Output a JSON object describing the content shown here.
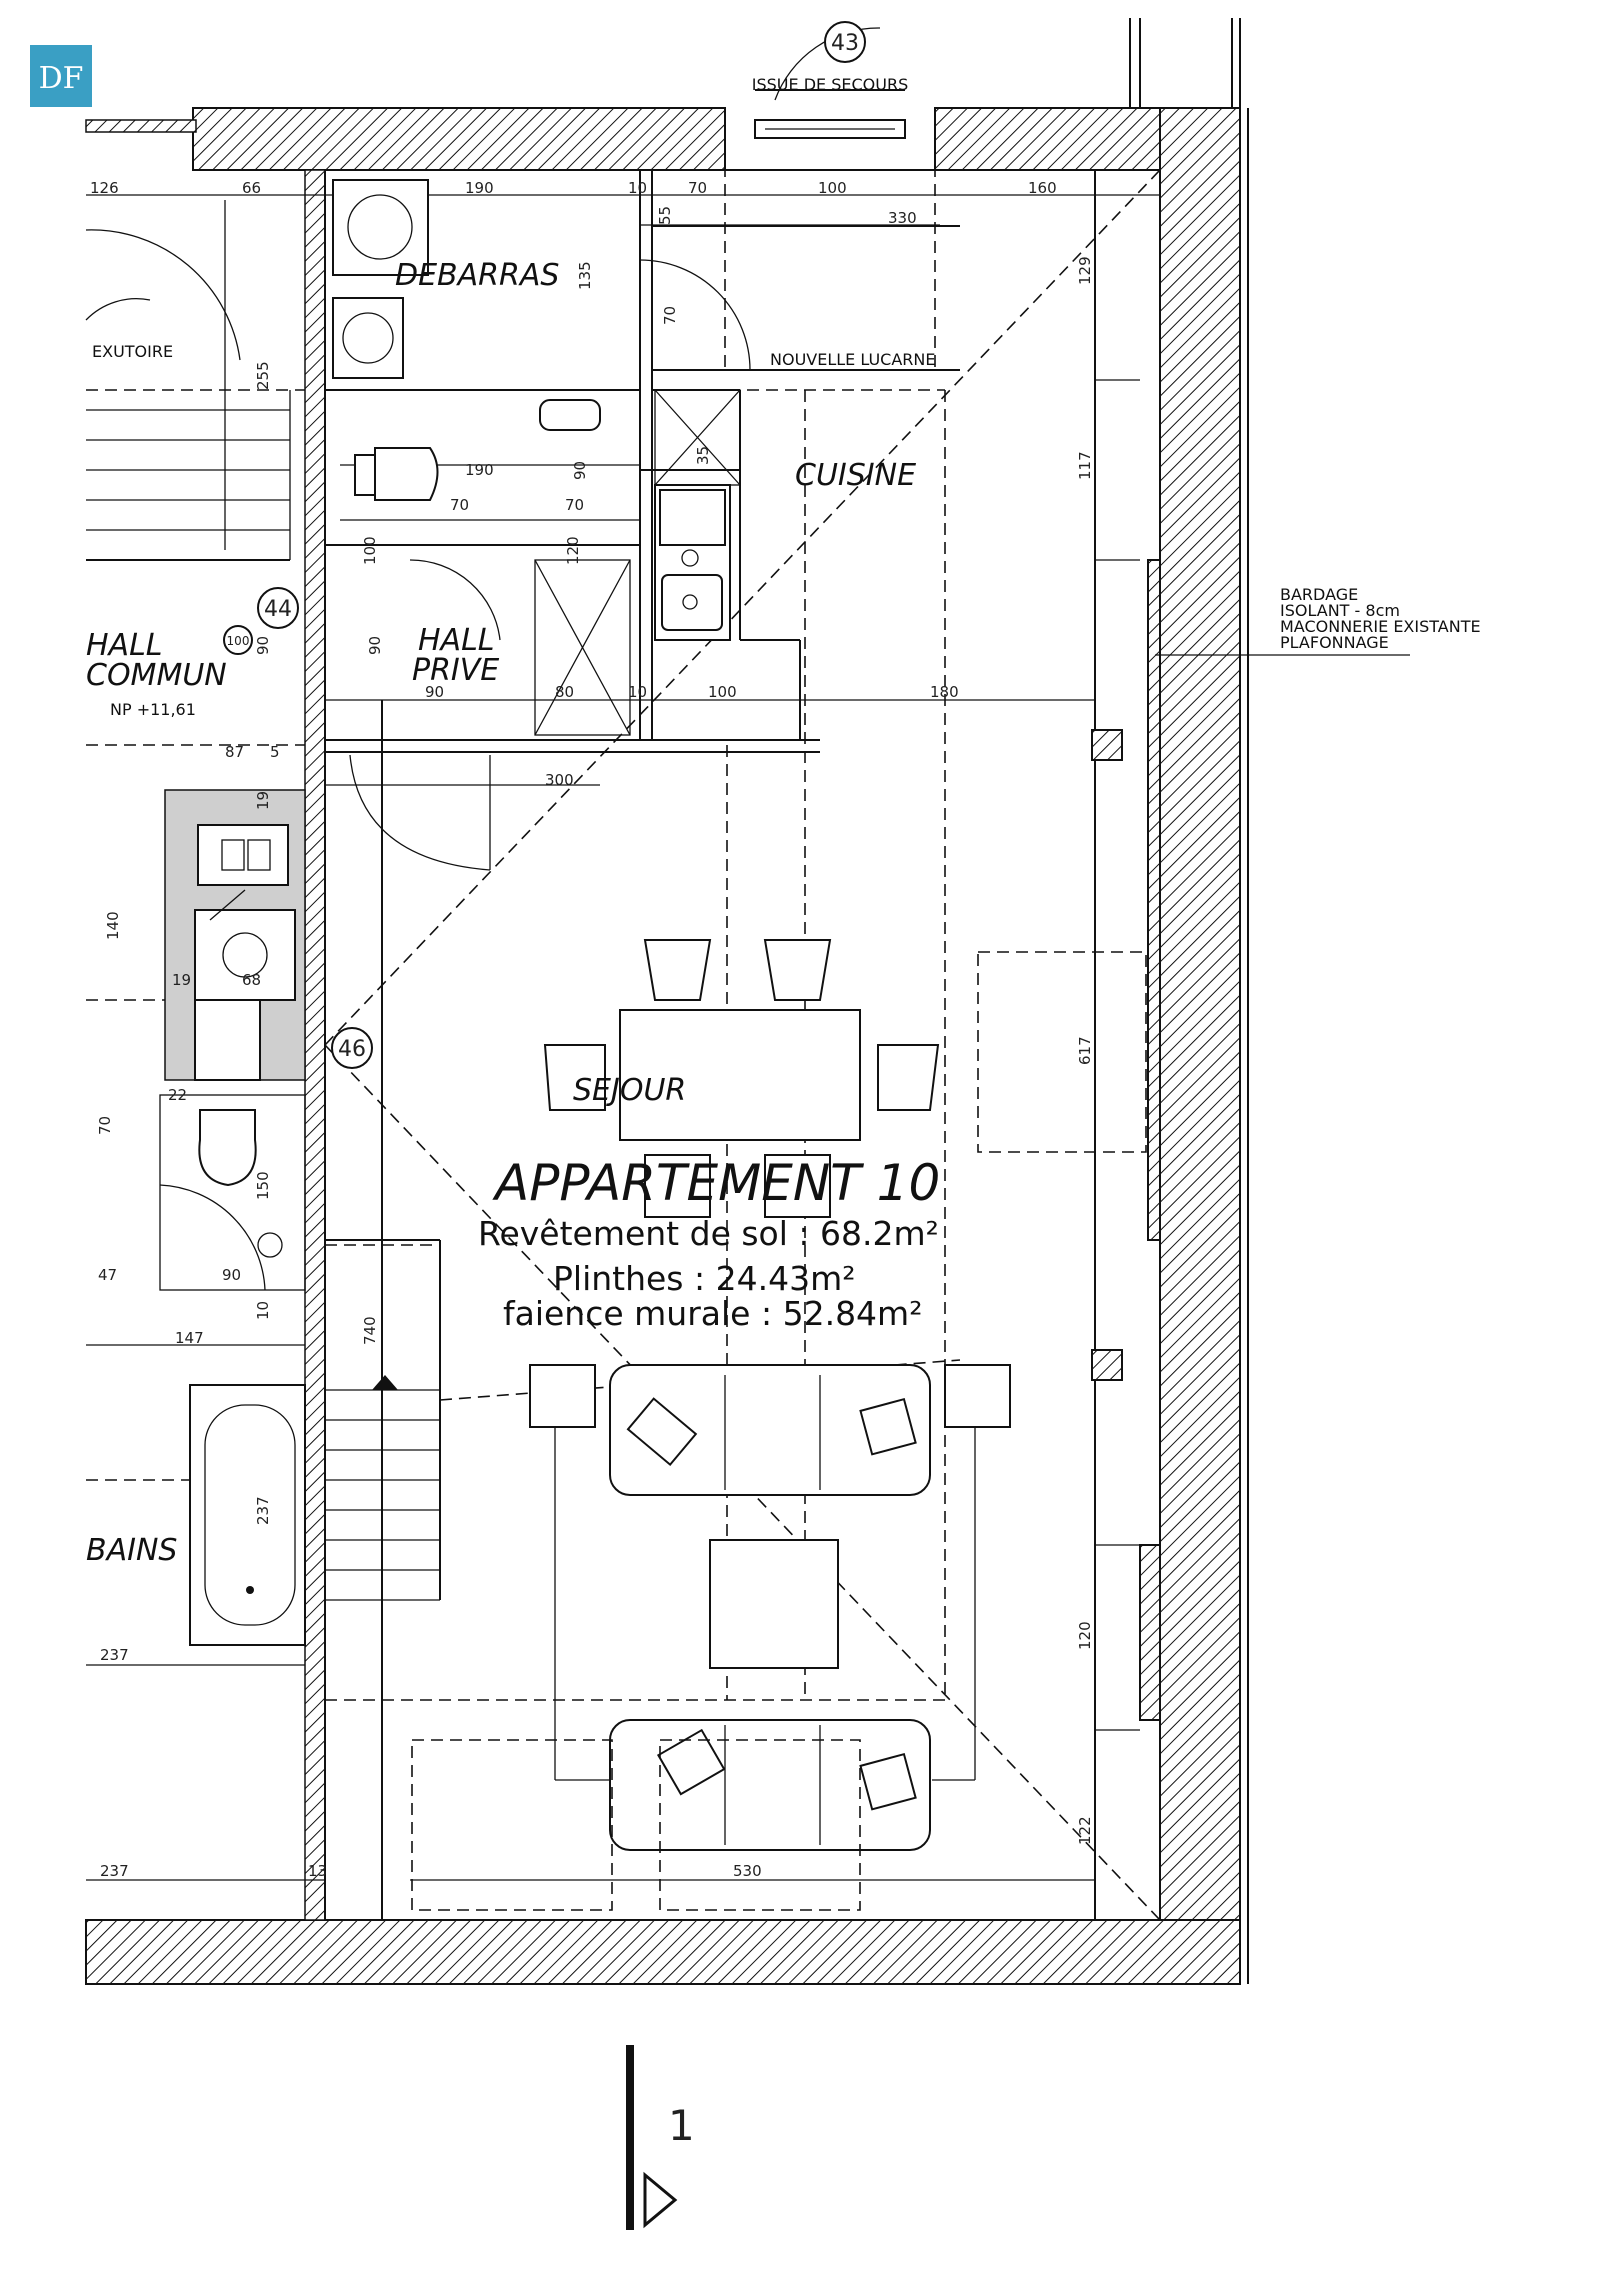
{
  "logo": {
    "text": "DF",
    "color": "#3a9fc4"
  },
  "apartment": {
    "name": "APPARTEMENT 10",
    "floor_area": "Revêtement de sol : 68.2m²",
    "baseboards": "Plinthes : 24.43m²",
    "wall_tiles": "faience murale : 52.84m²"
  },
  "rooms": {
    "debarras": "DEBARRAS",
    "cuisine": "CUISINE",
    "hall_prive": [
      "HALL",
      "PRIVE"
    ],
    "hall_commun": [
      "HALL",
      "COMMUN"
    ],
    "sejour": "SEJOUR",
    "bains": "BAINS"
  },
  "labels": {
    "issue_de_secours": "ISSUE DE SECOURS",
    "nouvelle_lucarne": "NOUVELLE LUCARNE",
    "exutoire": "EXUTOIRE",
    "level": "NP +11,61"
  },
  "wall_legend": [
    "BARDAGE",
    "ISOLANT - 8cm",
    "MACONNERIE EXISTANTE",
    "PLAFONNAGE"
  ],
  "markers": {
    "m43": "43",
    "m44": "44",
    "m46": "46",
    "m100": "100"
  },
  "dimensions": {
    "d126": "126",
    "d66": "66",
    "d190a": "190",
    "d10a": "10",
    "d70a": "70",
    "d100a": "100",
    "d160": "160",
    "d55": "55",
    "d330": "330",
    "d129": "129",
    "d135": "135",
    "d70b": "70",
    "d255": "255",
    "d190b": "190",
    "d90a": "90",
    "d70c": "70",
    "d70d": "70",
    "d35": "35",
    "d117": "117",
    "d100b": "100",
    "d90b": "90",
    "d120a": "120",
    "d90c": "90",
    "d80": "80",
    "d10b": "10",
    "d100c": "100",
    "d180": "180",
    "d87": "87",
    "d5": "5",
    "d300": "300",
    "d19a": "19",
    "d140": "140",
    "d19b": "19",
    "d68": "68",
    "d617": "617",
    "d22": "22",
    "d70e": "70",
    "d150": "150",
    "d47": "47",
    "d90d": "90",
    "d10c": "10",
    "d740": "740",
    "d147": "147",
    "d237a": "237",
    "d237b": "237",
    "d120b": "120",
    "d122": "122",
    "d237c": "237",
    "d530": "530",
    "d13": "13",
    "d90e": "90"
  },
  "section_marker": "1"
}
